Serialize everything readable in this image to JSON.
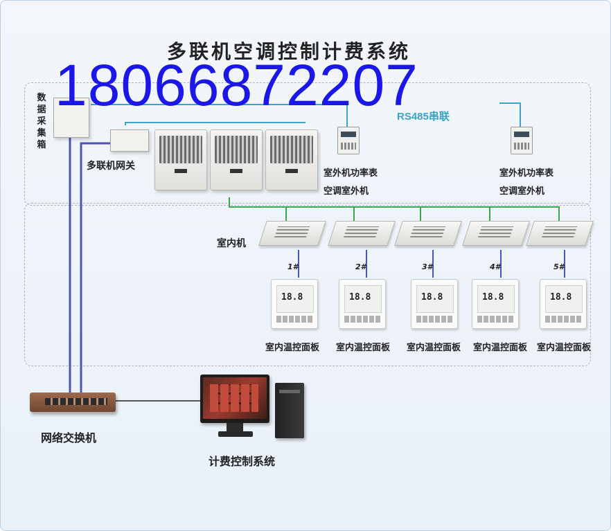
{
  "title": "多联机空调控制计费系统",
  "phone": "18066872207",
  "labels": {
    "data_collector": "数据采集箱",
    "gateway": "多联机网关",
    "rs485": "RS485串联",
    "meter_label": "室外机功率表",
    "outdoor_unit": "空调室外机",
    "indoor_unit": "室内机",
    "network_switch": "网络交换机",
    "billing_system": "计费控制系统"
  },
  "indoor_units": [
    {
      "number": "1#",
      "panel_label": "室内温控面板",
      "display": "18.8"
    },
    {
      "number": "2#",
      "panel_label": "室内温控面板",
      "display": "18.8"
    },
    {
      "number": "3#",
      "panel_label": "室内温控面板",
      "display": "18.8"
    },
    {
      "number": "4#",
      "panel_label": "室内温控面板",
      "display": "18.8"
    },
    {
      "number": "5#",
      "panel_label": "室内温控面板",
      "display": "18.8"
    }
  ],
  "colors": {
    "phone": "#1a17e8",
    "rs485_line": "#3aa3c6",
    "refrigerant_line": "#3aa64a",
    "network_line": "#4a55b8"
  },
  "icons": [
    "outdoor-unit-icon",
    "indoor-cassette-icon",
    "thermostat-icon",
    "power-meter-icon",
    "network-switch-icon",
    "computer-icon",
    "collector-box-icon",
    "gateway-icon"
  ]
}
